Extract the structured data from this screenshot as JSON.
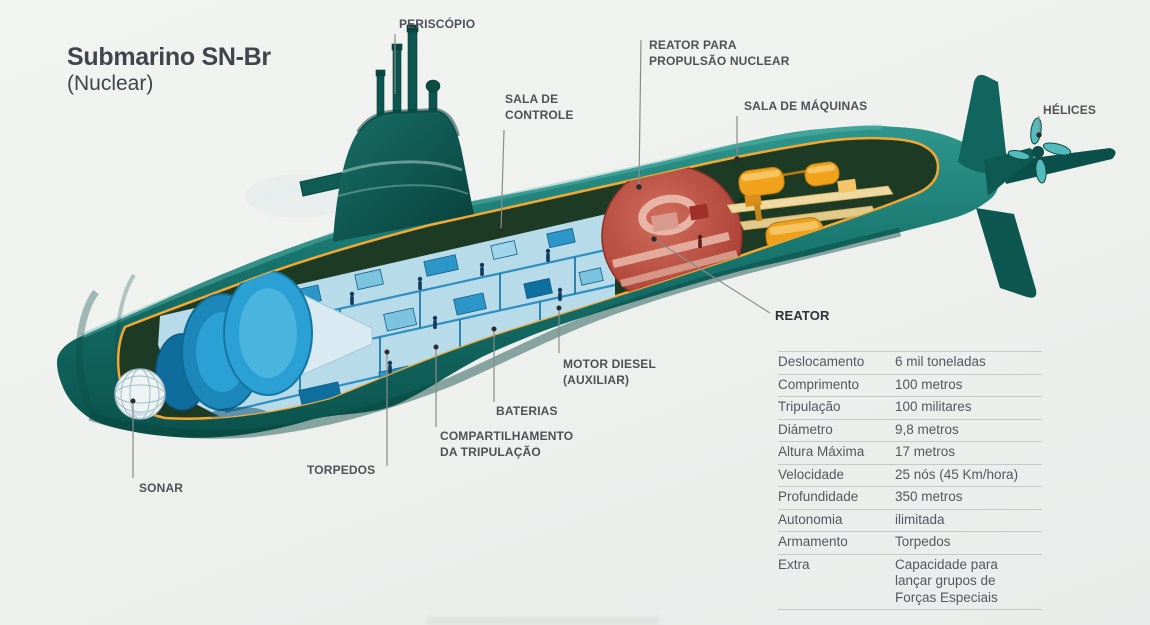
{
  "title": {
    "main": "Submarino SN-Br",
    "sub": "(Nuclear)"
  },
  "callouts": {
    "periscopio": "PERISCÓPIO",
    "sala_de_controle": "SALA DE\nCONTROLE",
    "reator_propulsao": "REATOR PARA\nPROPULSÃO NUCLEAR",
    "sala_de_maquinas": "SALA DE MÁQUINAS",
    "helices": "HÉLICES",
    "reator": "REATOR",
    "motor_diesel": "MOTOR DIESEL\n(AUXILIAR)",
    "baterias": "BATERIAS",
    "compartilhamento": "COMPARTILHAMENTO\nDA TRIPULAÇÃO",
    "torpedos": "TORPEDOS",
    "sonar": "SONAR"
  },
  "spec_table": {
    "rows": [
      {
        "label": "Deslocamento",
        "value": "6 mil toneladas"
      },
      {
        "label": "Comprimento",
        "value": "100 metros"
      },
      {
        "label": "Tripulação",
        "value": "100 militares"
      },
      {
        "label": "Diámetro",
        "value": "9,8 metros"
      },
      {
        "label": "Altura Máxima",
        "value": "17 metros"
      },
      {
        "label": "Velocidade",
        "value": "25 nós (45 Km/hora)"
      },
      {
        "label": "Profundidade",
        "value": "350 metros"
      },
      {
        "label": "Autonomia",
        "value": "ilimitada"
      },
      {
        "label": "Armamento",
        "value": "Torpedos"
      },
      {
        "label": "Extra",
        "value": "Capacidade para\nlançar grupos de\nForças Especiais"
      }
    ]
  },
  "colors": {
    "hull_teal": "#15706a",
    "interior_green": "#1d3a25",
    "outline_orange": "#f2a833",
    "forward_blue": "#2aa0d4",
    "reactor_red": "#b5443b",
    "machinery_yellow": "#f0a21c",
    "label_gray": "#4e5257"
  }
}
